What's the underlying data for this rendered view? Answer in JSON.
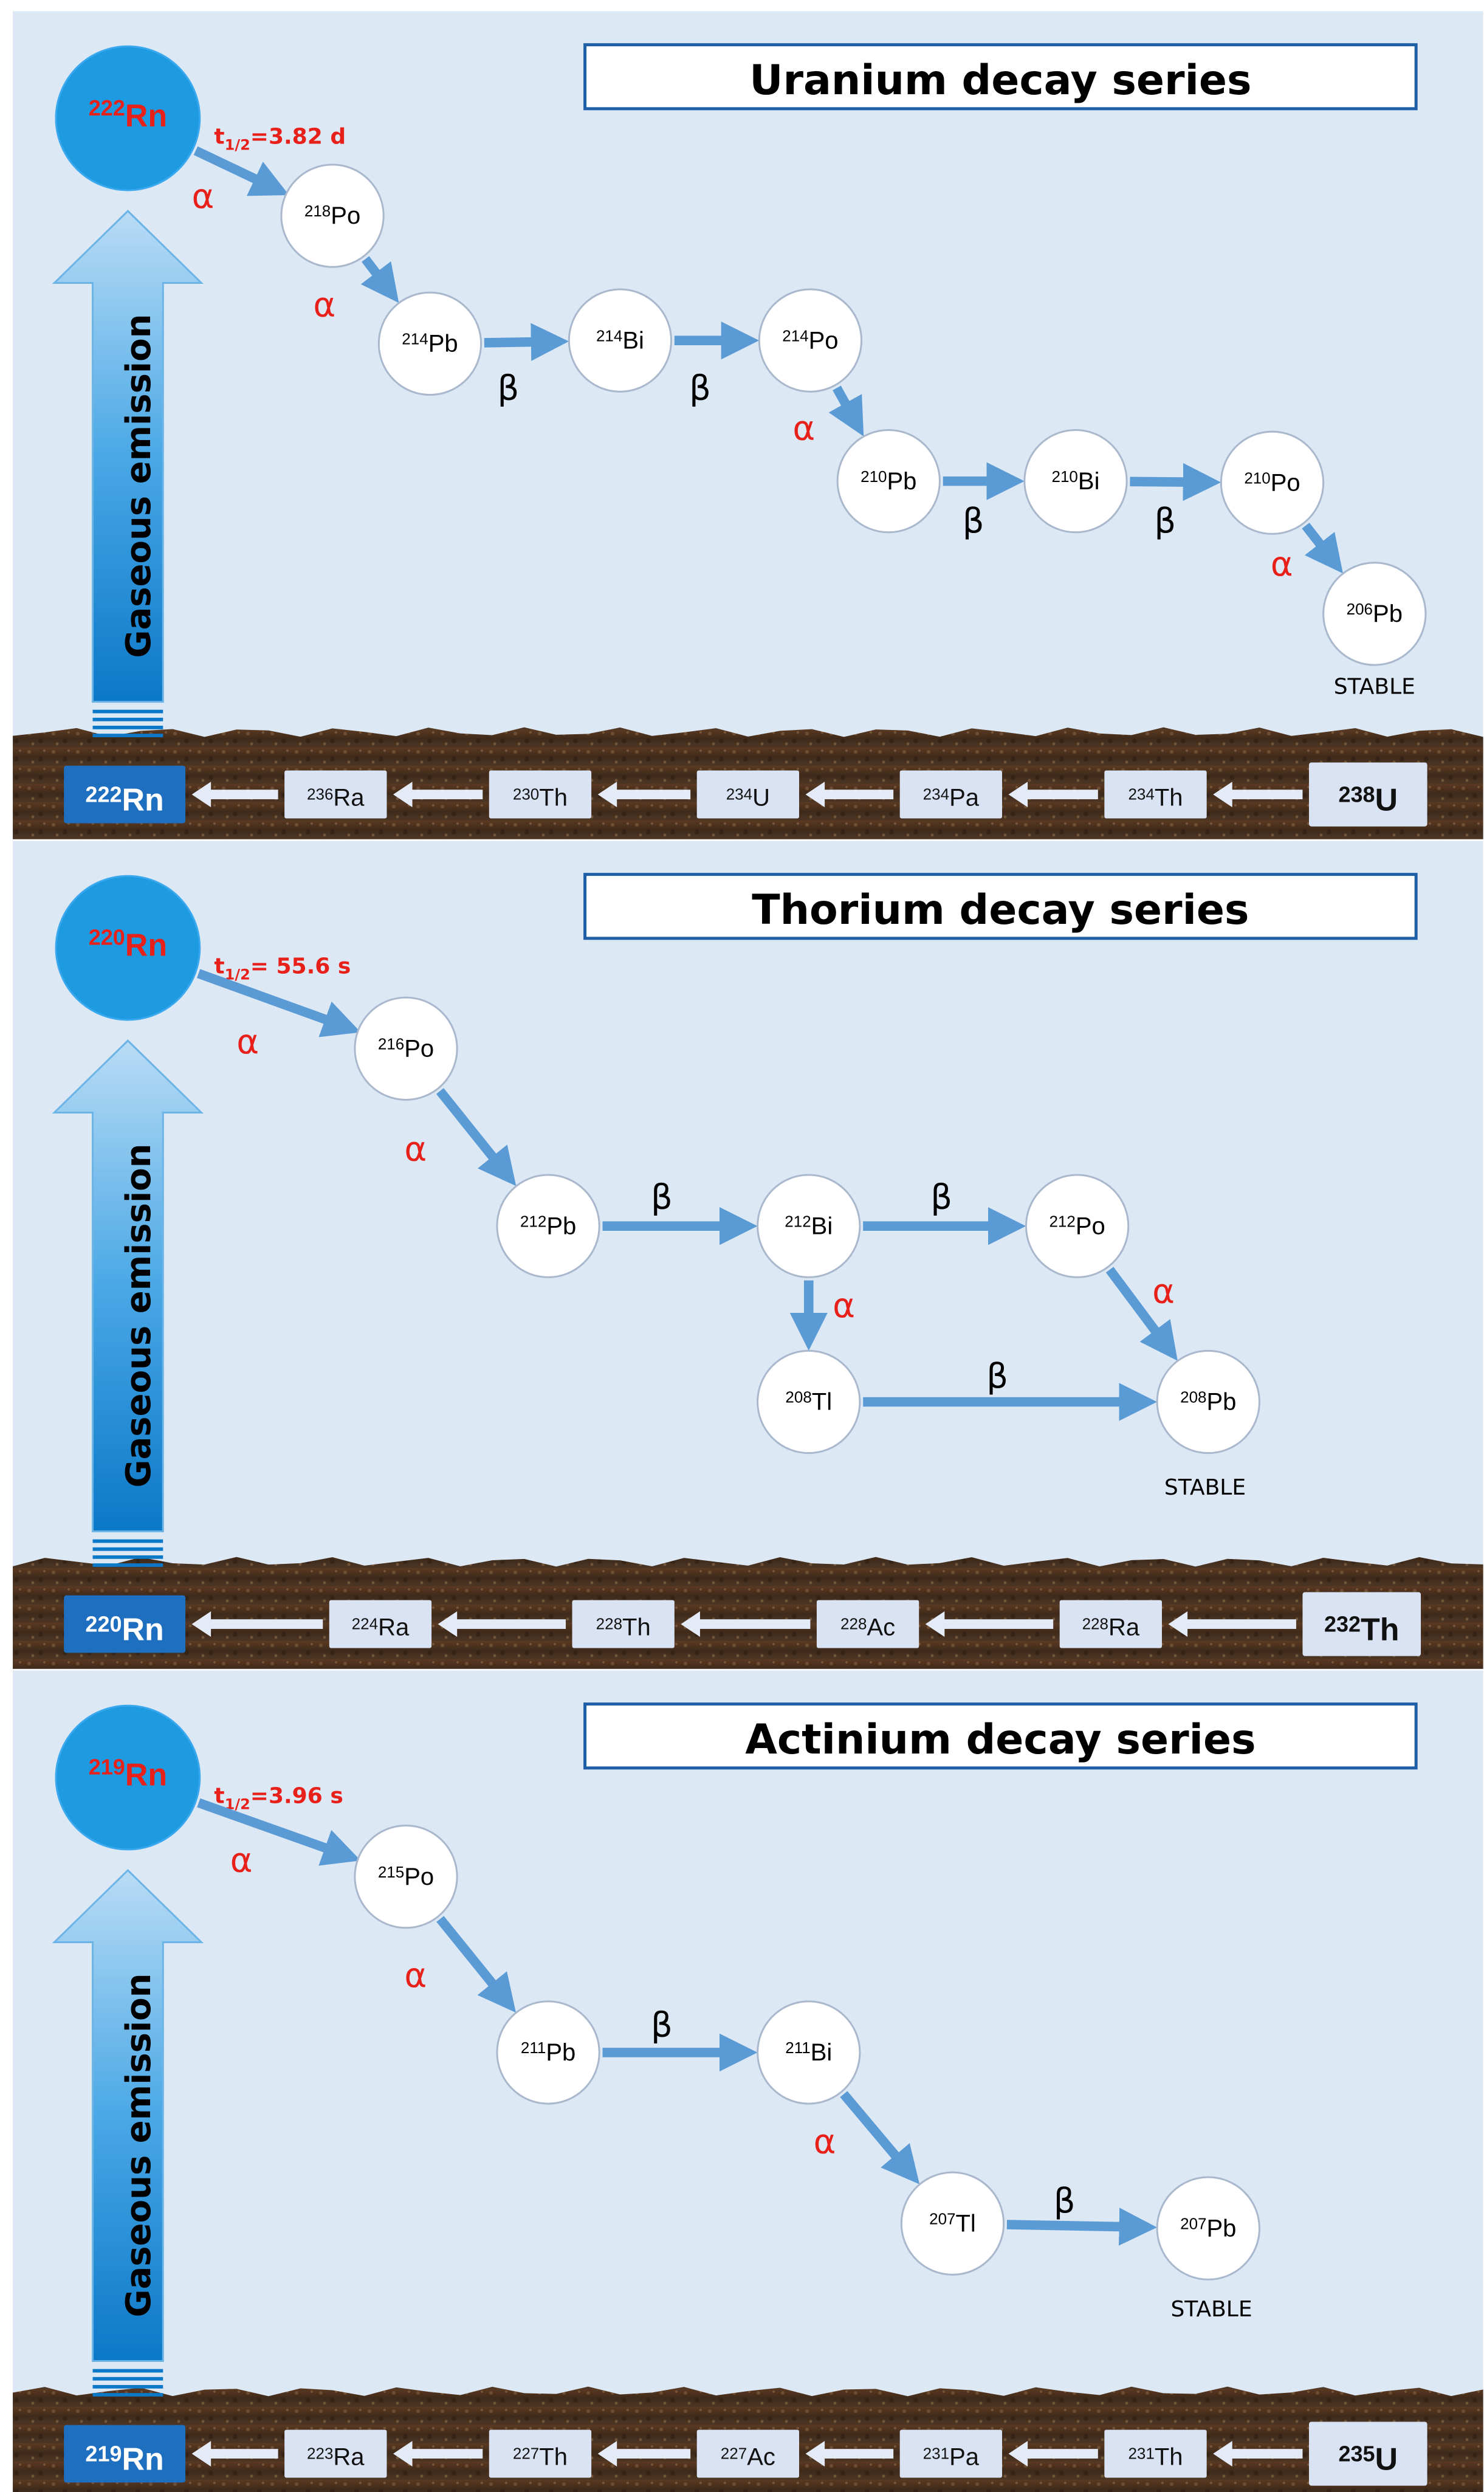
{
  "colors": {
    "panel_bg": "#dde8f5",
    "arrow": "#5b9bd5",
    "radon_circle": "#1e9be0",
    "radon_text": "#e8201a",
    "alpha_color": "#e8201a",
    "node_fill": "#ffffff",
    "ground_rn_box": "#1f6fc1",
    "ground_box": "#d9e3f3",
    "soil": "#4a3120"
  },
  "panels": [
    {
      "id": "uranium",
      "title": "Uranium decay series",
      "radon": {
        "mass": "222",
        "sym": "Rn"
      },
      "halflife": {
        "pre": "t",
        "sub": "1/2",
        "post": "=3.82 d"
      },
      "gas_label": "Gaseous emission",
      "stable_label": "STABLE",
      "nodes": [
        {
          "mass": "218",
          "sym": "Po"
        },
        {
          "mass": "214",
          "sym": "Pb"
        },
        {
          "mass": "214",
          "sym": "Bi"
        },
        {
          "mass": "214",
          "sym": "Po"
        },
        {
          "mass": "210",
          "sym": "Pb"
        },
        {
          "mass": "210",
          "sym": "Bi"
        },
        {
          "mass": "210",
          "sym": "Po"
        },
        {
          "mass": "206",
          "sym": "Pb"
        }
      ],
      "decays": [
        "α",
        "α",
        "β",
        "β",
        "α",
        "β",
        "β",
        "α"
      ],
      "ground": {
        "radon": {
          "mass": "222",
          "sym": "Rn"
        },
        "chain": [
          {
            "mass": "236",
            "sym": "Ra"
          },
          {
            "mass": "230",
            "sym": "Th"
          },
          {
            "mass": "234",
            "sym": "U"
          },
          {
            "mass": "234",
            "sym": "Pa"
          },
          {
            "mass": "234",
            "sym": "Th"
          }
        ],
        "parent": {
          "mass": "238",
          "sym": "U"
        }
      }
    },
    {
      "id": "thorium",
      "title": "Thorium decay series",
      "radon": {
        "mass": "220",
        "sym": "Rn"
      },
      "halflife": {
        "pre": "t",
        "sub": "1/2",
        "post": "= 55.6 s"
      },
      "gas_label": "Gaseous emission",
      "stable_label": "STABLE",
      "nodes": [
        {
          "mass": "216",
          "sym": "Po"
        },
        {
          "mass": "212",
          "sym": "Pb"
        },
        {
          "mass": "212",
          "sym": "Bi"
        },
        {
          "mass": "212",
          "sym": "Po"
        },
        {
          "mass": "208",
          "sym": "Tl"
        },
        {
          "mass": "208",
          "sym": "Pb"
        }
      ],
      "decays": [
        "α",
        "α",
        "β",
        "β",
        "α",
        "α",
        "β"
      ],
      "ground": {
        "radon": {
          "mass": "220",
          "sym": "Rn"
        },
        "chain": [
          {
            "mass": "224",
            "sym": "Ra"
          },
          {
            "mass": "228",
            "sym": "Th"
          },
          {
            "mass": "228",
            "sym": "Ac"
          },
          {
            "mass": "228",
            "sym": "Ra"
          }
        ],
        "parent": {
          "mass": "232",
          "sym": "Th"
        }
      }
    },
    {
      "id": "actinium",
      "title": "Actinium decay series",
      "radon": {
        "mass": "219",
        "sym": "Rn"
      },
      "halflife": {
        "pre": "t",
        "sub": "1/2",
        "post": "=3.96 s"
      },
      "gas_label": "Gaseous emission",
      "stable_label": "STABLE",
      "nodes": [
        {
          "mass": "215",
          "sym": "Po"
        },
        {
          "mass": "211",
          "sym": "Pb"
        },
        {
          "mass": "211",
          "sym": "Bi"
        },
        {
          "mass": "207",
          "sym": "Tl"
        },
        {
          "mass": "207",
          "sym": "Pb"
        }
      ],
      "decays": [
        "α",
        "α",
        "β",
        "α",
        "β"
      ],
      "ground": {
        "radon": {
          "mass": "219",
          "sym": "Rn"
        },
        "chain": [
          {
            "mass": "223",
            "sym": "Ra"
          },
          {
            "mass": "227",
            "sym": "Th"
          },
          {
            "mass": "227",
            "sym": "Ac"
          },
          {
            "mass": "231",
            "sym": "Pa"
          },
          {
            "mass": "231",
            "sym": "Th"
          }
        ],
        "parent": {
          "mass": "235",
          "sym": "U"
        }
      }
    }
  ]
}
